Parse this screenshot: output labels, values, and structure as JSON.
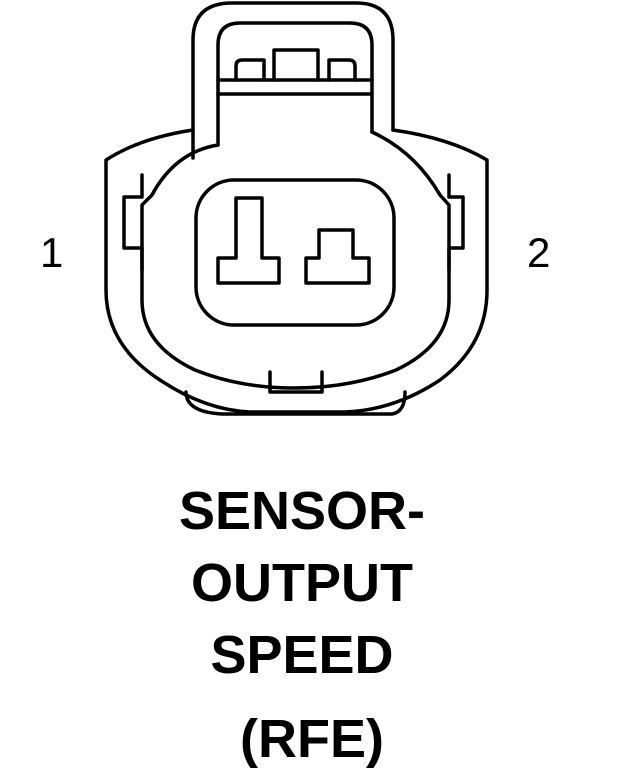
{
  "diagram": {
    "pins": [
      {
        "label": "1"
      },
      {
        "label": "2"
      }
    ],
    "caption": {
      "line1": "SENSOR-",
      "line2": "OUTPUT",
      "line3": "SPEED",
      "line4": "(RFE)"
    },
    "colors": {
      "line": "#000000",
      "background": "#ffffff"
    }
  }
}
